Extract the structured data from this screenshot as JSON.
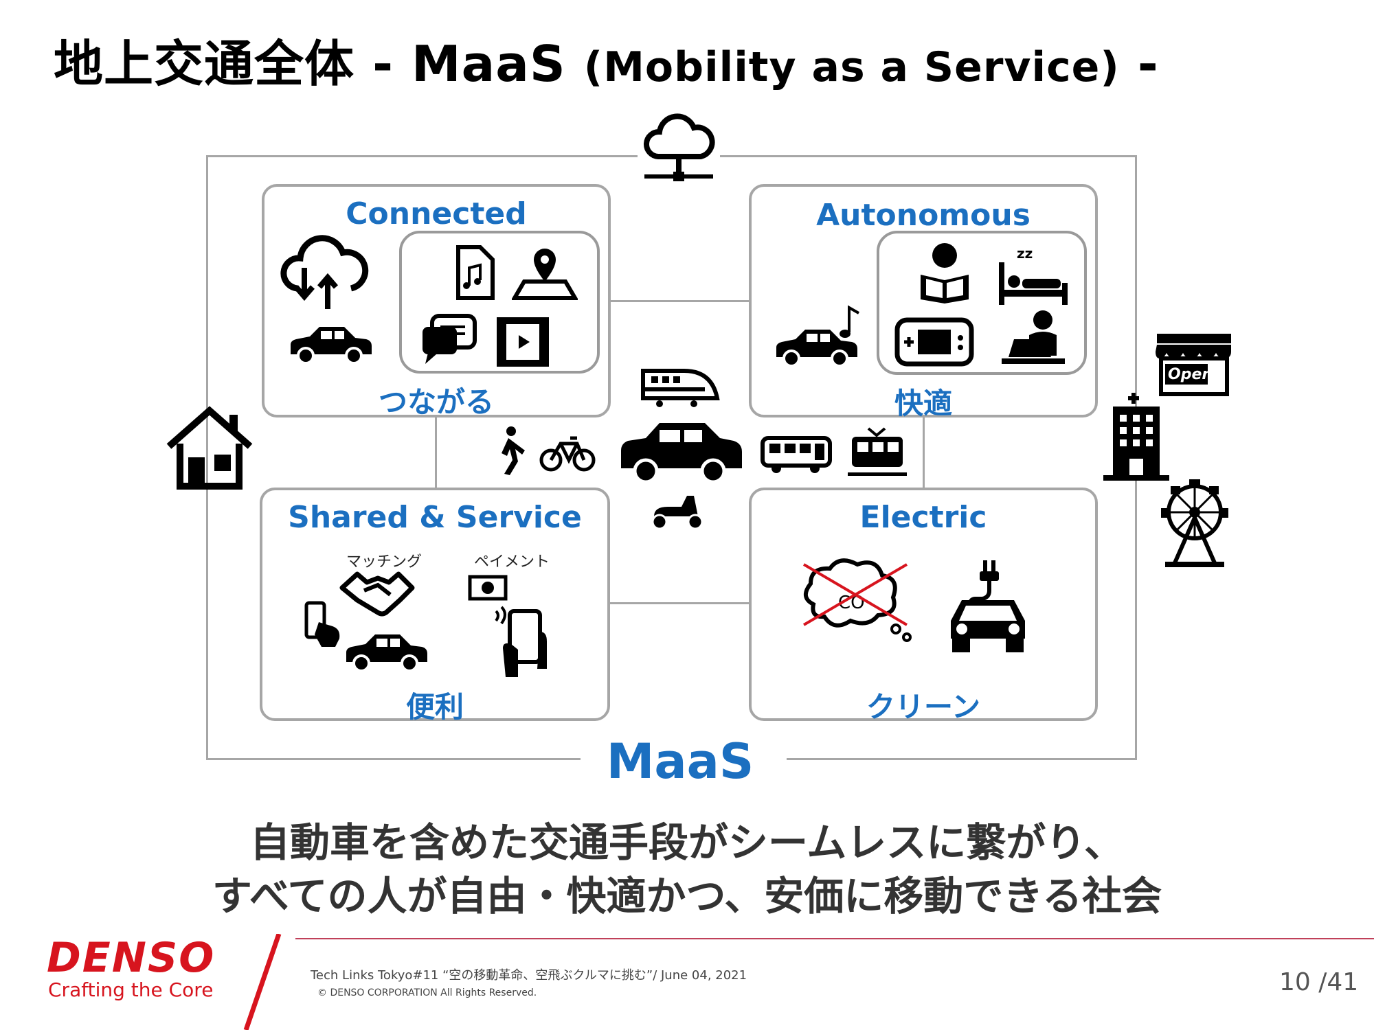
{
  "title": {
    "main": "地上交通全体",
    "sep": " - MaaS ",
    "paren": "(Mobility as a Service)",
    "end": " -"
  },
  "panels": {
    "connected": {
      "title": "Connected",
      "subtitle": "つながる"
    },
    "autonomous": {
      "title": "Autonomous",
      "subtitle": "快適"
    },
    "shared": {
      "title": "Shared & Service",
      "subtitle": "便利",
      "matching": "マッチング",
      "payment": "ペイメント"
    },
    "electric": {
      "title": "Electric",
      "subtitle": "クリーン"
    }
  },
  "center_label": "MaaS",
  "tagline": {
    "line1": "自動車を含めた交通手段がシームレスに繋がり、",
    "line2": "すべての人が自由・快適かつ、安価に移動できる社会"
  },
  "store_sign": "Open",
  "footer": {
    "logo": "DENSO",
    "logo_sub": "Crafting the Core",
    "event": "Tech Links Tokyo#11 “空の移動革命、空飛ぶクルマに挑む”/ June 04, 2021",
    "copyright": "© DENSO CORPORATION All Rights Reserved.",
    "page": "10 /41"
  },
  "colors": {
    "accent_blue": "#1b6fc0",
    "brand_red": "#d7141e",
    "frame_gray": "#a6a6a6"
  },
  "icons": [
    "cloud-network-icon",
    "cloud-sync-icon",
    "car-icon",
    "music-file-icon",
    "map-pin-icon",
    "chat-icon",
    "video-icon",
    "reading-person-icon",
    "sleeping-person-icon",
    "game-icon",
    "laptop-person-icon",
    "music-note-icon",
    "train-icon",
    "walking-person-icon",
    "bicycle-icon",
    "taxi-icon",
    "bus-icon",
    "tram-icon",
    "scooter-icon",
    "house-icon",
    "store-icon",
    "hospital-icon",
    "ferris-wheel-icon",
    "smartphone-hand-icon",
    "handshake-icon",
    "money-icon",
    "phone-payment-icon",
    "co2-crossed-icon",
    "electric-car-icon"
  ]
}
